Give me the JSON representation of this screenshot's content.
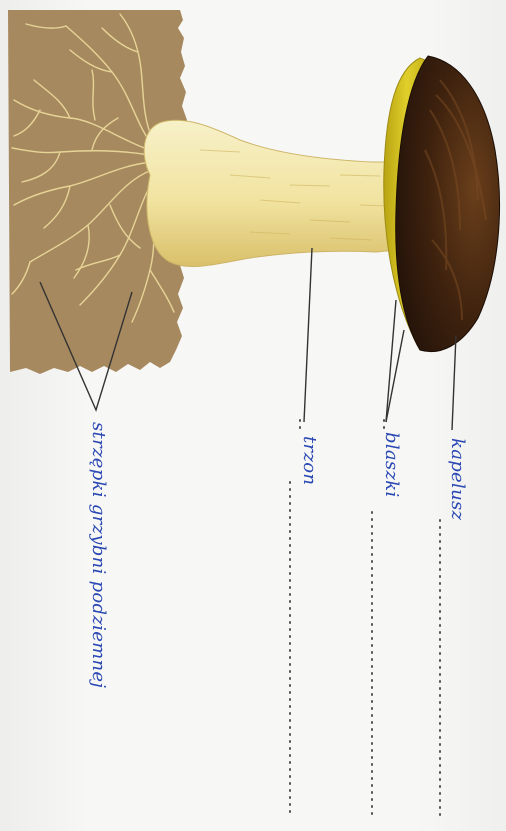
{
  "labels": {
    "cap": "kapelusz",
    "gills": "blaszki",
    "stem": "trzon",
    "mycelium": "strzępki grzybni podziemnej"
  },
  "colors": {
    "soil": "#a7895f",
    "cap_dark": "#4a2a12",
    "cap_rim": "#c9b81f",
    "stem": "#f1e6a6",
    "hyphae": "#e7d79a",
    "ink": "#2a47b3",
    "leader": "#333333"
  }
}
